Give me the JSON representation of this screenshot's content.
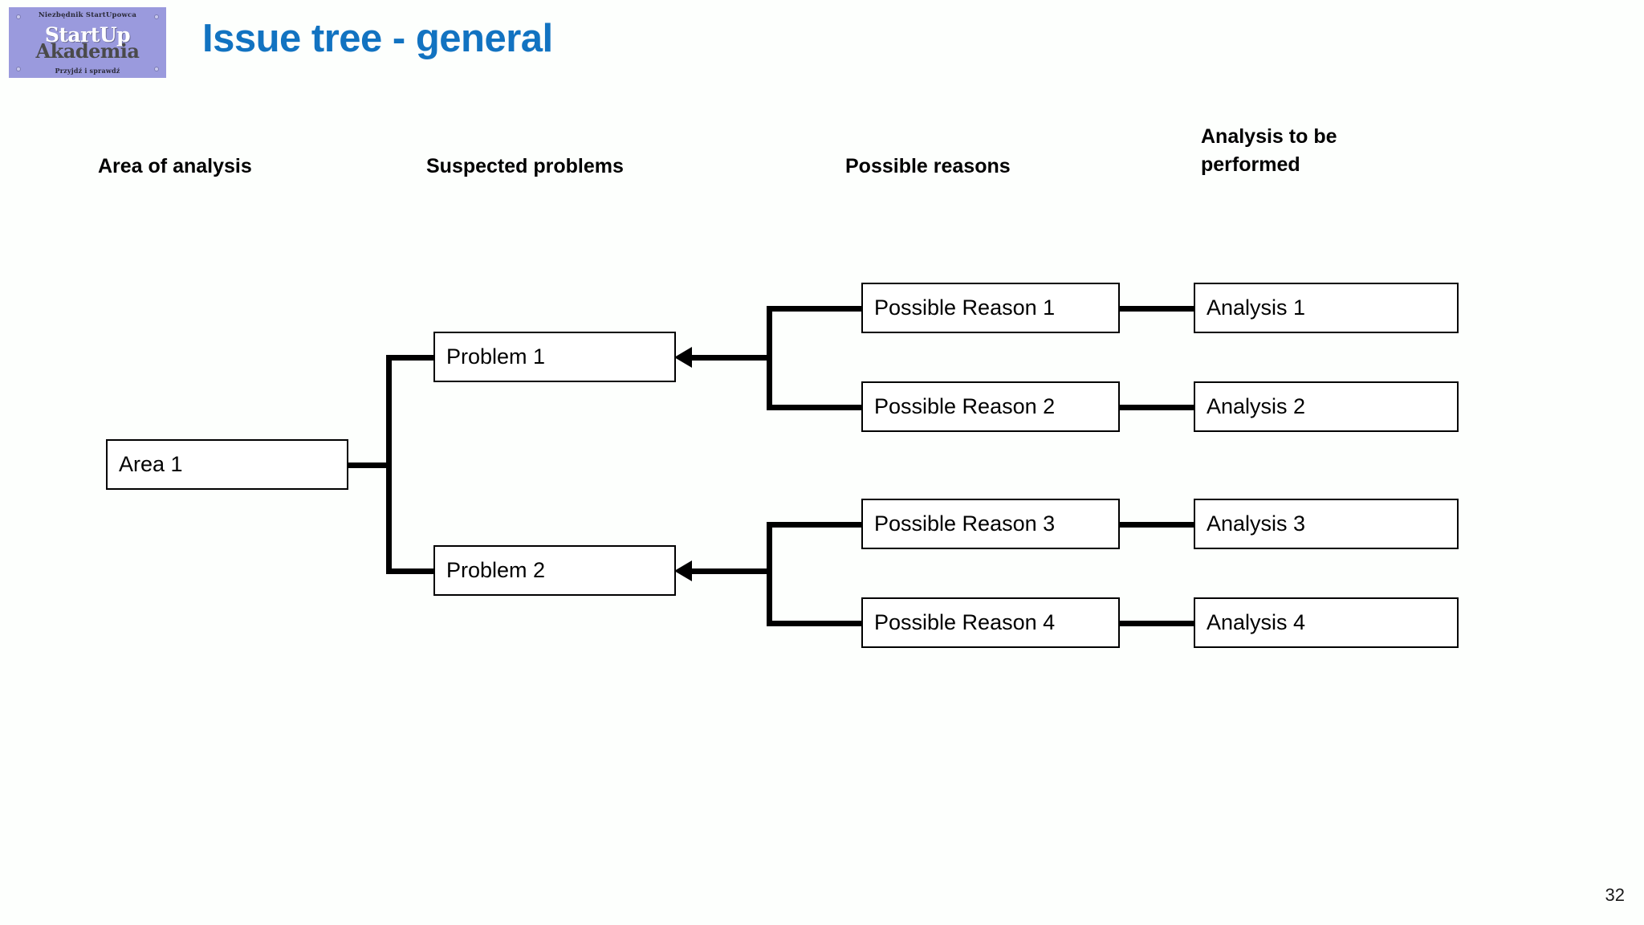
{
  "slide": {
    "title": "Issue tree - general",
    "title_color": "#1273c1",
    "page_number": "32",
    "background_color": "#FDFFFD"
  },
  "logo": {
    "name": "startup-akademia-logo",
    "top_text": "Niezbędnik StartUpowca",
    "word_primary": "StartUp",
    "word_secondary": "Akademia",
    "bottom_text": "Przyjdź i sprawdź",
    "background_color": "#9a9add",
    "primary_text_color": "#ffffff",
    "secondary_text_color": "#4a4a4a"
  },
  "headers": [
    {
      "id": "area-of-analysis",
      "label": "Area of analysis"
    },
    {
      "id": "suspected-problems",
      "label": "Suspected problems"
    },
    {
      "id": "possible-reasons",
      "label": "Possible reasons"
    },
    {
      "id": "analysis-to-be-performed",
      "label": "Analysis to be performed"
    }
  ],
  "nodes": {
    "area": [
      {
        "id": "area-1",
        "label": "Area 1"
      }
    ],
    "problems": [
      {
        "id": "problem-1",
        "label": "Problem 1"
      },
      {
        "id": "problem-2",
        "label": "Problem 2"
      }
    ],
    "reasons": [
      {
        "id": "possible-reason-1",
        "label": "Possible Reason 1"
      },
      {
        "id": "possible-reason-2",
        "label": "Possible Reason 2"
      },
      {
        "id": "possible-reason-3",
        "label": "Possible Reason 3"
      },
      {
        "id": "possible-reason-4",
        "label": "Possible Reason 4"
      }
    ],
    "analyses": [
      {
        "id": "analysis-1",
        "label": "Analysis 1"
      },
      {
        "id": "analysis-2",
        "label": "Analysis 2"
      },
      {
        "id": "analysis-3",
        "label": "Analysis 3"
      },
      {
        "id": "analysis-4",
        "label": "Analysis 4"
      }
    ]
  },
  "diagram": {
    "type": "issue-tree",
    "line_color": "#000000",
    "box_border_color": "#000000",
    "box_fill_color": "#ffffff",
    "edges": [
      {
        "from": "area-1",
        "to": "problem-1",
        "arrow": false
      },
      {
        "from": "area-1",
        "to": "problem-2",
        "arrow": false
      },
      {
        "from": "possible-reason-1",
        "to": "problem-1",
        "arrow": true
      },
      {
        "from": "possible-reason-2",
        "to": "problem-1",
        "arrow": true
      },
      {
        "from": "possible-reason-3",
        "to": "problem-2",
        "arrow": true
      },
      {
        "from": "possible-reason-4",
        "to": "problem-2",
        "arrow": true
      },
      {
        "from": "possible-reason-1",
        "to": "analysis-1",
        "arrow": false
      },
      {
        "from": "possible-reason-2",
        "to": "analysis-2",
        "arrow": false
      },
      {
        "from": "possible-reason-3",
        "to": "analysis-3",
        "arrow": false
      },
      {
        "from": "possible-reason-4",
        "to": "analysis-4",
        "arrow": false
      }
    ]
  }
}
